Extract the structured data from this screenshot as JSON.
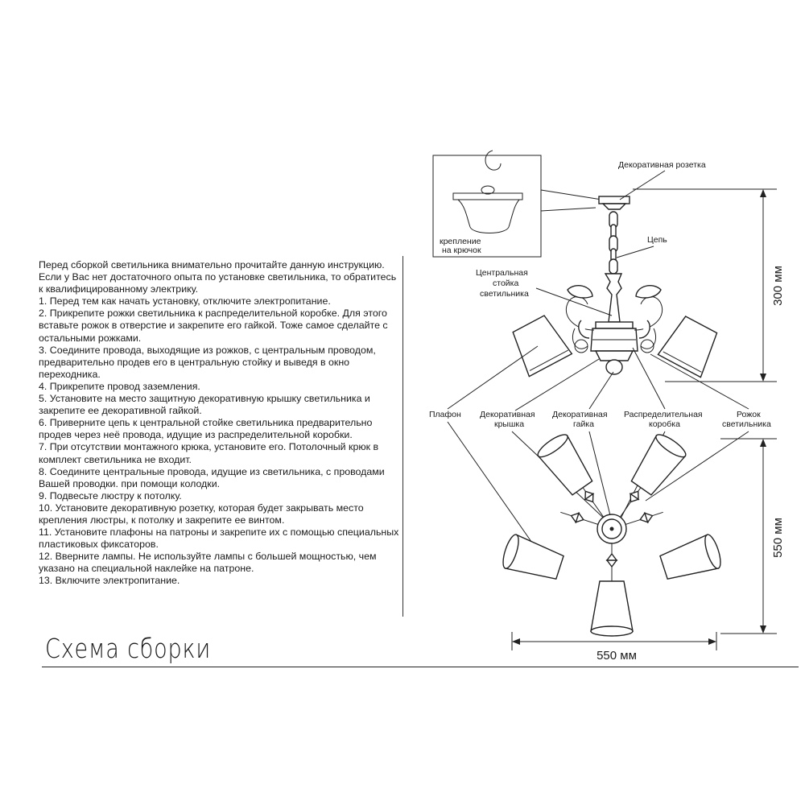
{
  "instructions": {
    "intro": "Перед сборкой светильника внимательно прочитайте данную инструкцию. Если у Вас нет достаточного опыта по установке светильника, то обратитесь к квалифицированному электрику.",
    "steps": [
      "1. Перед тем как начать установку, отключите электропитание.",
      "2. Прикрепите рожки светильника к распределительной коробке. Для этого вставьте рожок в отверстие и закрепите его гайкой. Тоже самое сделайте с остальными рожками.",
      "3. Соедините провода, выходящие из рожков, с центральным проводом, предварительно продев его в центральную стойку и выведя в окно переходника.",
      "4. Прикрепите провод заземления.",
      "5. Установите на место защитную декоративную крышку светильника и закрепите ее декоративной гайкой.",
      "6. Привернитe цепь к центральной стойке светильника предварительно продев через неё провода, идущие из распределительной коробки.",
      "7. При отсутствии монтажного крюка, установите его. Потолочный крюк в комплект светильника не входит.",
      "8. Соедините центральные провода, идущие из светильника, с проводами Вашей проводки. при помощи колодки.",
      "9. Подвесьте люстру к потолку.",
      "10. Установите декоративную розетку, которая будет закрывать место крепления люстры, к потолку и закрепите ее винтом.",
      "11. Установите плафоны на патроны и закрепите их с помощью специальных пластиковых фиксаторов.",
      "12. Вверните лампы. Не используйте лампы с большей мощностью, чем указано на специальной наклейке на патроне.",
      "13. Включите электропитание."
    ]
  },
  "title": "Схема сборки",
  "labels": {
    "rosette": "Декоративная розетка",
    "chain": "Цепь",
    "hook_line1": "крепление",
    "hook_line2": "на крючок",
    "stand_line1": "Центральная",
    "stand_line2": "стойка",
    "stand_line3": "светильника",
    "shade": "Плафон",
    "cover_line1": "Декоративная",
    "cover_line2": "крышка",
    "nut_line1": "Декоративная",
    "nut_line2": "гайка",
    "box_line1": "Распределительная",
    "box_line2": "коробка",
    "arm_line1": "Рожок",
    "arm_line2": "светильника"
  },
  "dimensions": {
    "height": "300 мм",
    "diameter_vertical": "550 мм",
    "diameter_horizontal": "550 мм"
  },
  "colors": {
    "line": "#222222",
    "text": "#1a1a1a",
    "background": "#ffffff"
  }
}
